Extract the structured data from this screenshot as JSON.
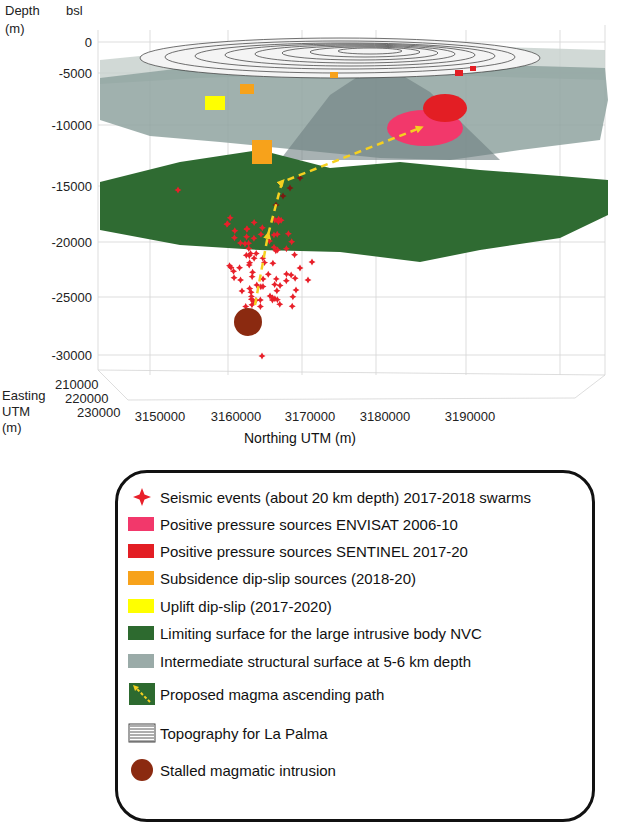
{
  "diagram": {
    "labels": [
      "Depth",
      "bsl",
      "(m)",
      "0",
      "-5000",
      "-10000",
      "-15000",
      "-20000",
      "-25000",
      "-30000",
      "Easting",
      "UTM",
      "(m)",
      "210000",
      "220000",
      "230000",
      "3150000",
      "3160000",
      "3170000",
      "3180000",
      "3190000",
      "Northing UTM (m)"
    ],
    "legend": [
      {
        "text": "Seismic events (about 20 km depth) 2017-2018 swarms"
      },
      {
        "text": "Positive pressure sources ENVISAT 2006-10",
        "color": "#f2386b"
      },
      {
        "text": "Positive pressure sources SENTINEL 2017-20",
        "color": "#e31e24"
      },
      {
        "text": "Subsidence dip-slip sources (2018-20)",
        "color": "#f7a21b"
      },
      {
        "text": "Uplift dip-slip (2017-2020)",
        "color": "#ffff00"
      },
      {
        "text": "Limiting surface for the large intrusive body NVC",
        "color": "#2d6a2f"
      },
      {
        "text": "Intermediate structural surface at 5-6 km depth",
        "color": "#9aaba8"
      },
      {
        "text": "Proposed magma ascending path"
      },
      {
        "text": "Topography for La Palma"
      },
      {
        "text": "Stalled magmatic intrusion"
      }
    ]
  }
}
